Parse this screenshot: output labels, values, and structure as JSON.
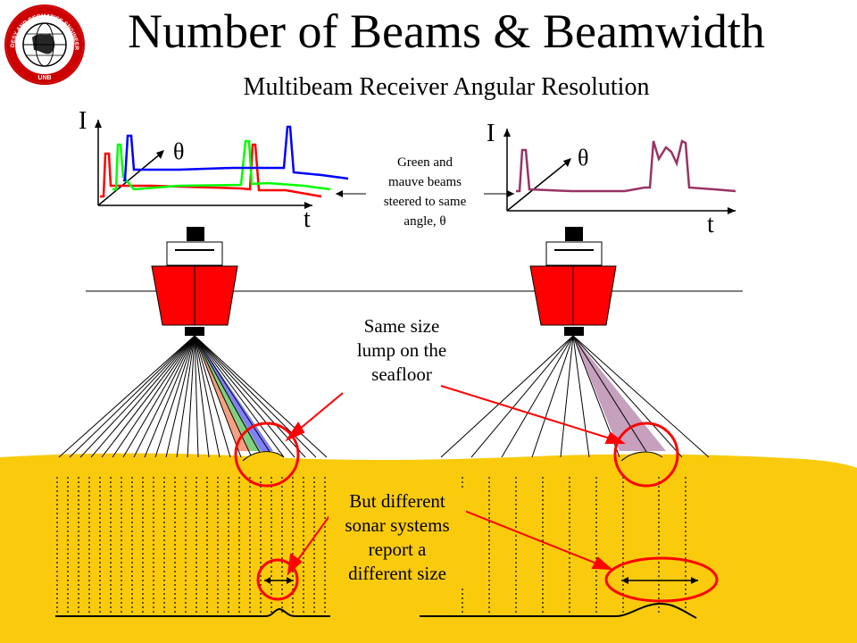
{
  "title": "Number of Beams & Beamwidth",
  "subtitle": "Multibeam Receiver Angular Resolution",
  "logo": {
    "text": "GEODESY AND GEOMATICS ENGINEERING",
    "bottom_text": "UNB"
  },
  "left_plot": {
    "y_label": "I",
    "x_label": "t",
    "angle_label": "θ"
  },
  "right_plot": {
    "y_label": "I",
    "x_label": "t",
    "angle_label": "θ"
  },
  "steer_note": [
    "Green and",
    "mauve beams",
    "steered to same",
    "angle, θ"
  ],
  "lump_callout": [
    "Same size",
    "lump on the",
    "seafloor"
  ],
  "sonar_callout": [
    "But different",
    "sonar systems",
    "report a",
    "different size"
  ],
  "colors": {
    "sand": "#f9cb0c",
    "hull": "#ff0000",
    "callout": "#ff0000",
    "mauve_beam": "#c7a0be",
    "mauve_trace": "#993366"
  }
}
